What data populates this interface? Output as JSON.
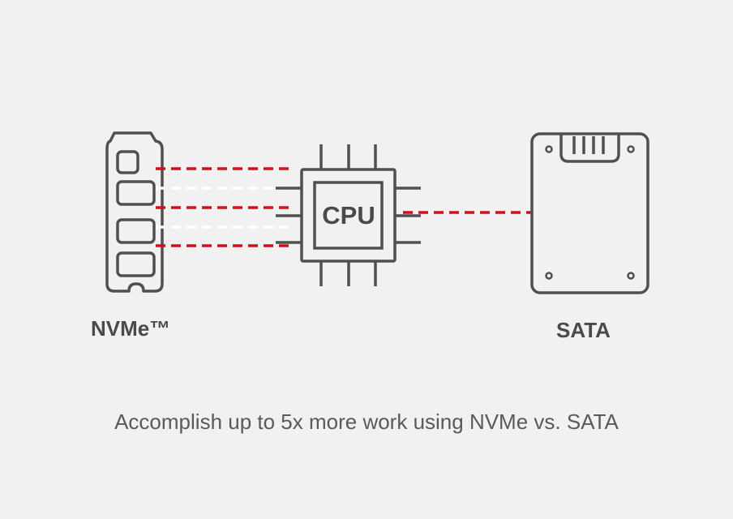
{
  "nvme": {
    "label": "NVMe™"
  },
  "cpu": {
    "label": "CPU"
  },
  "sata": {
    "label": "SATA"
  },
  "caption": "Accomplish up to 5x more work using NVMe vs. SATA",
  "colors": {
    "background": "#f1f1f1",
    "outline": "#505050",
    "active_lane": "#d0111b",
    "idle_lane": "#ffffff",
    "text": "#4a4a4a"
  },
  "icons": [
    "m2-ssd-icon",
    "cpu-chip-icon",
    "sata-ssd-icon"
  ]
}
